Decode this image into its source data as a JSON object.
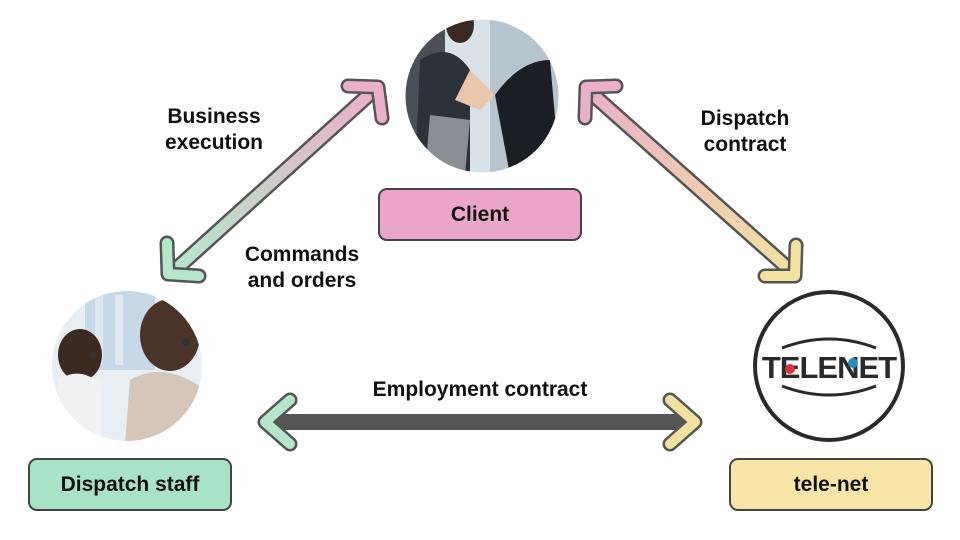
{
  "labels": {
    "business_execution": [
      "Business",
      "execution"
    ],
    "dispatch_contract": [
      "Dispatch",
      "contract"
    ],
    "commands_orders": [
      "Commands",
      "and orders"
    ],
    "employment_contract": "Employment contract"
  },
  "nodes": {
    "client": {
      "label": "Client",
      "color": "#eaa6c8"
    },
    "staff": {
      "label": "Dispatch staff",
      "color": "#a9e3c6"
    },
    "telenet": {
      "label": "tele-net",
      "color": "#f6e5a6"
    }
  },
  "logo": {
    "text_left": "TELE",
    "text_right": "NET",
    "red_dot": "#d8343b",
    "blue_dot": "#1d8ec0"
  },
  "arrow_colors": {
    "pink": "#eab0c8",
    "green": "#b4e6cc",
    "yellow": "#f2e2a0"
  }
}
